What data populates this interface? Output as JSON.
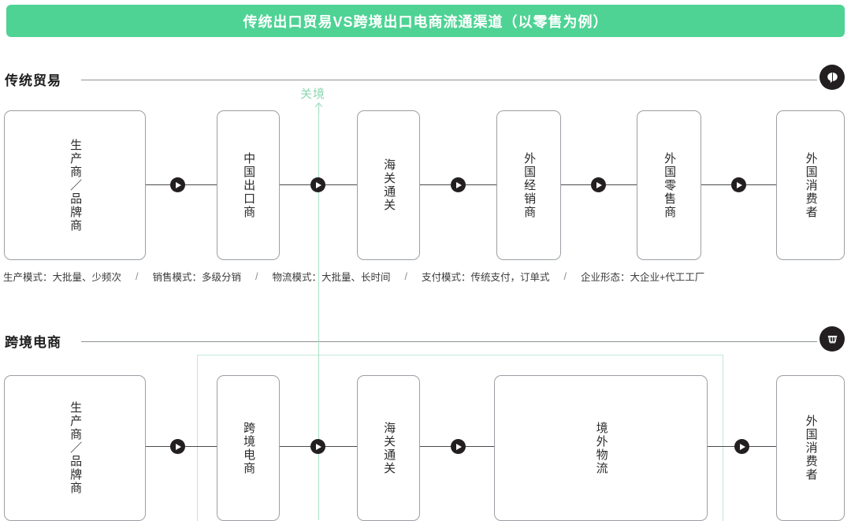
{
  "header": {
    "title": "传统出口贸易VS跨境出口电商流通渠道（以零售为例）",
    "bg_color": "#4ed394",
    "text_color": "#ffffff"
  },
  "customs_border": {
    "label": "关境",
    "color": "#8cd7b2",
    "arrow_icon": "up-arrow-icon"
  },
  "sections": [
    {
      "id": "traditional-trade",
      "label": "传统贸易",
      "icon": "speech-bubble-tag-icon",
      "nodes": [
        {
          "label": "生产商／品牌商"
        },
        {
          "label": "中国出口商"
        },
        {
          "label": "海关通关"
        },
        {
          "label": "外国经销商"
        },
        {
          "label": "外国零售商"
        },
        {
          "label": "外国消费者"
        }
      ],
      "annotations": [
        "生产模式：大批量、少频次",
        "销售模式：多级分销",
        "物流模式：大批量、长时间",
        "支付模式：传统支付，订单式",
        "企业形态：大企业+代工工厂"
      ],
      "annotation_separator": "/"
    },
    {
      "id": "cross-border-ecommerce",
      "label": "跨境电商",
      "icon": "shopping-cart-icon",
      "nodes": [
        {
          "label": "生产商／品牌商"
        },
        {
          "label": "跨境电商"
        },
        {
          "label": "海关通关"
        },
        {
          "label": "境外物流"
        },
        {
          "label": "外国消费者"
        }
      ],
      "group_highlight_color": "#c5e8d7"
    }
  ],
  "arrow_marker": {
    "icon": "play-arrow-icon",
    "color": "#231f20"
  }
}
